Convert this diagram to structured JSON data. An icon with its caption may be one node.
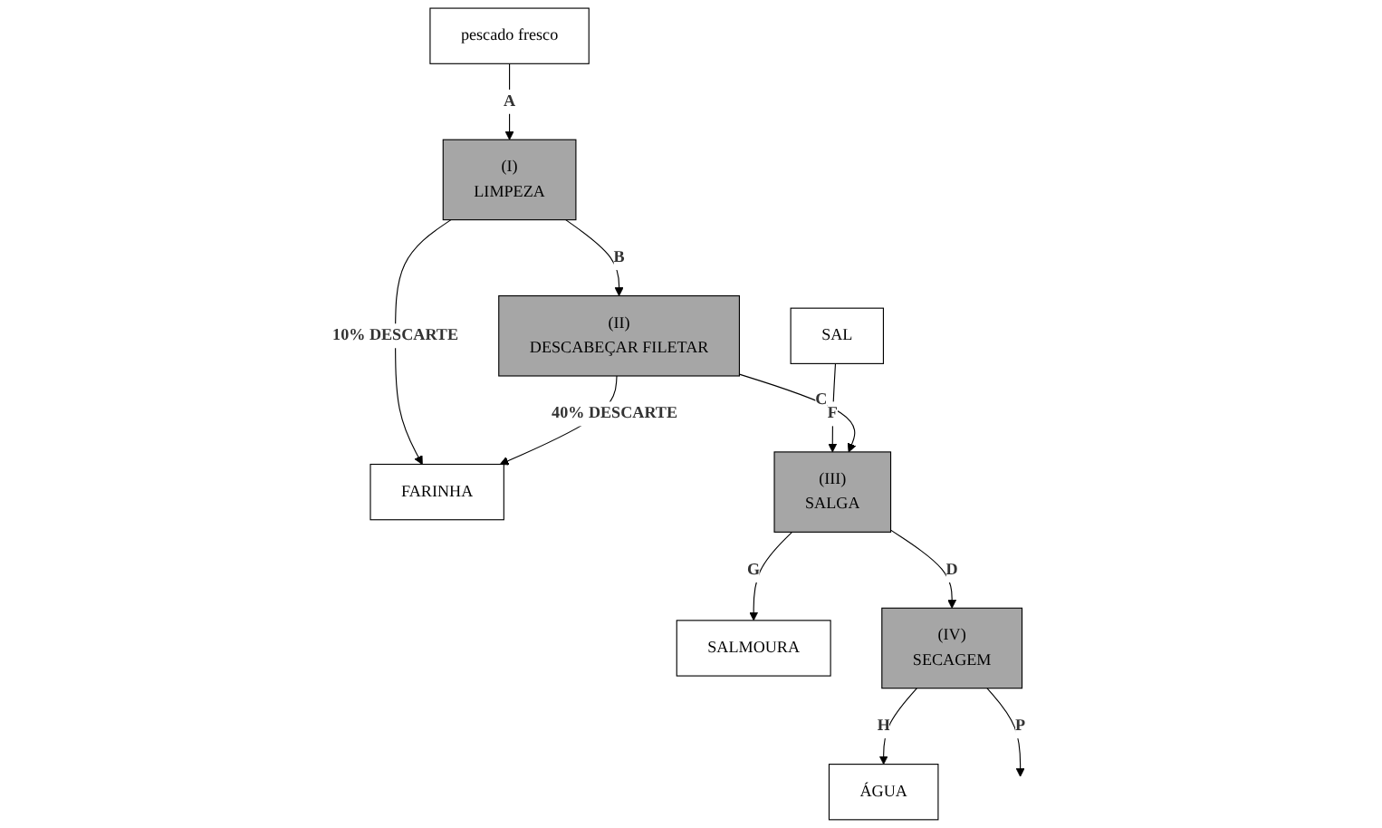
{
  "diagram": {
    "nodes": [
      {
        "text": [
          "pescado fresco"
        ]
      },
      {
        "text": [
          "(I)",
          "LIMPEZA"
        ]
      },
      {
        "text": [
          "FARINHA"
        ]
      },
      {
        "text": [
          "(II)",
          "DESCABEÇAR FILETAR"
        ]
      },
      {
        "text": [
          "SAL"
        ]
      },
      {
        "text": [
          "(III)",
          "SALGA"
        ]
      },
      {
        "text": [
          "SALMOURA"
        ]
      },
      {
        "text": [
          "(IV)",
          "SECAGEM"
        ]
      },
      {
        "text": [
          "ÁGUA"
        ]
      }
    ],
    "edges": [
      {
        "from": 0,
        "to": 1,
        "arrow": "to",
        "label": "A"
      },
      {
        "from": 1,
        "to": 2,
        "arrow": "to",
        "label": "10% DESCARTE"
      },
      {
        "from": 1,
        "to": 3,
        "arrow": "to",
        "label": "B"
      },
      {
        "from": 3,
        "to": 2,
        "arrow": "to",
        "label": "40% DESCARTE"
      },
      {
        "from": 4,
        "to": 5,
        "arrow": "to",
        "label": "F"
      },
      {
        "from": 3,
        "to": 5,
        "arrow": "to",
        "label": "C"
      },
      {
        "from": 5,
        "to": 6,
        "arrow": "to",
        "label": "G"
      },
      {
        "from": 5,
        "to": 7,
        "arrow": "to",
        "label": "D"
      },
      {
        "from": 7,
        "to": 8,
        "arrow": "to",
        "label": "H"
      },
      {
        "from": 7,
        "to": null,
        "arrow": "to",
        "label": "P"
      }
    ]
  }
}
